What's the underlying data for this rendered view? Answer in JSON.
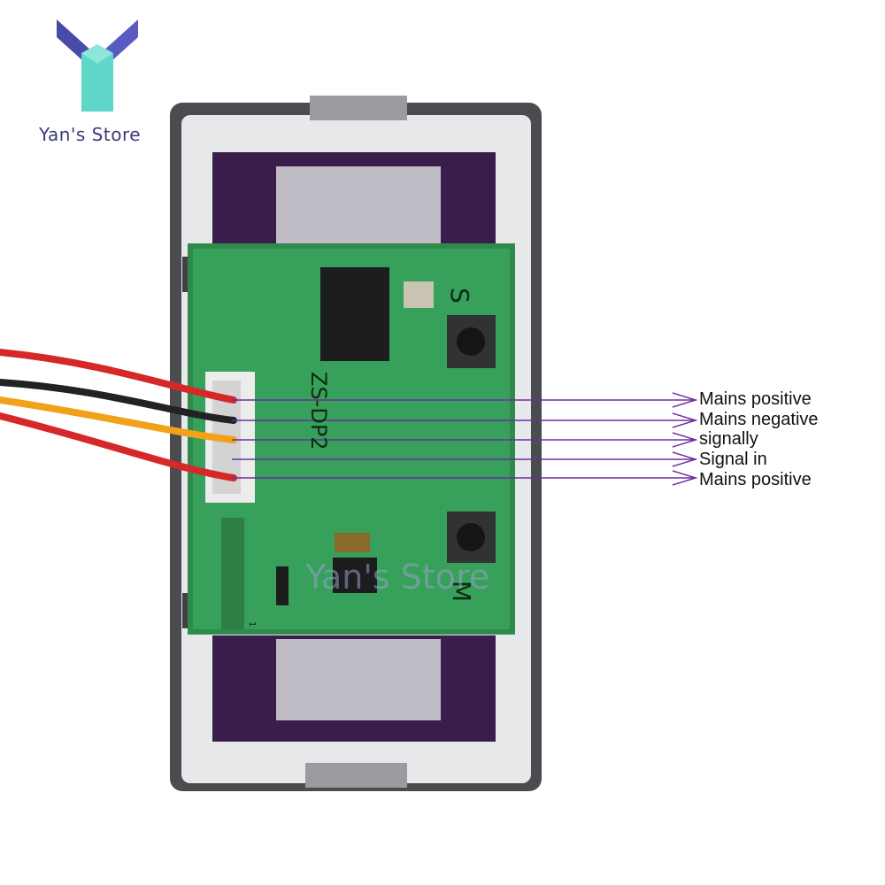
{
  "brand": {
    "store_name": "Yan's Store",
    "logo_icon": "yans-store-y-logo",
    "logo_colors": [
      "#4a4aa8",
      "#5fd6c8"
    ],
    "watermark": "Yan's Store"
  },
  "device": {
    "model_label": "ZS-DP2",
    "button_top_label": "S",
    "button_bottom_label": "M",
    "header_pin_number": "1"
  },
  "pin_labels": [
    "Mains positive",
    "Mains negative",
    "signally",
    "Signal in",
    "Mains positive"
  ],
  "wire_colors": [
    "#d62828",
    "#222222",
    "#f2a21a",
    "#d62828"
  ],
  "arrow_color": "#6b2ea0"
}
